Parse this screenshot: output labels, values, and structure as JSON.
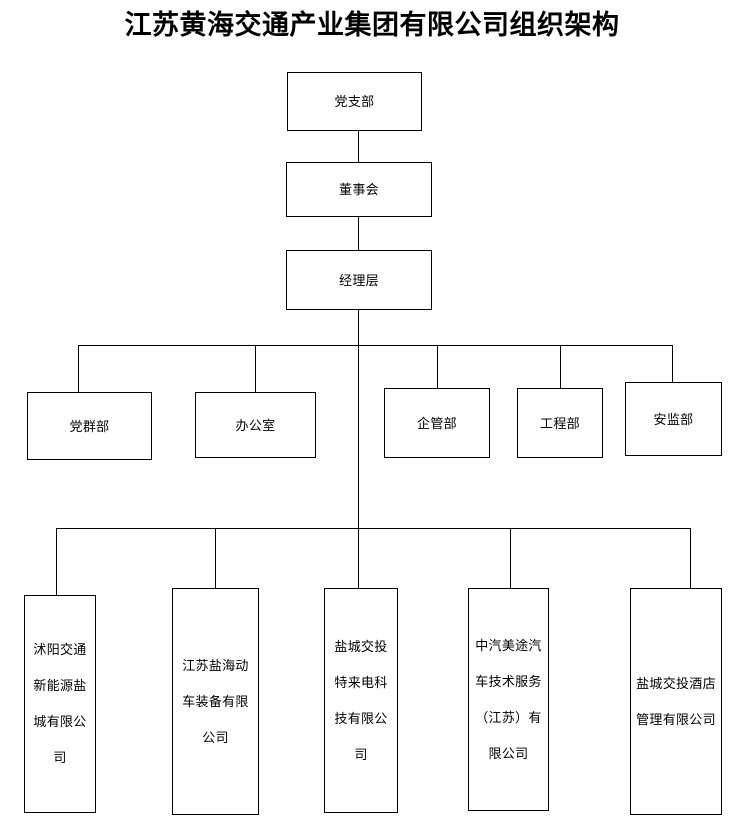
{
  "title": "江苏黄海交通产业集团有限公司组织架构",
  "chart_data": {
    "type": "diagram",
    "title": "江苏黄海交通产业集团有限公司组织架构",
    "orientation": "top-down",
    "levels": [
      {
        "name": "party",
        "nodes": [
          "党支部"
        ]
      },
      {
        "name": "board",
        "nodes": [
          "董事会"
        ]
      },
      {
        "name": "management",
        "nodes": [
          "经理层"
        ]
      },
      {
        "name": "departments",
        "nodes": [
          "党群部",
          "办公室",
          "企管部",
          "工程部",
          "安监部"
        ]
      },
      {
        "name": "subsidiaries",
        "nodes": [
          "沭阳交通新能源盐城有限公司",
          "江苏盐海动车装备有限公司",
          "盐城交投特来电科技有限公司",
          "中汽美途汽车技术服务（江苏）有限公司",
          "盐城交投酒店管理有限公司"
        ]
      }
    ],
    "edges": [
      [
        "党支部",
        "董事会"
      ],
      [
        "董事会",
        "经理层"
      ],
      [
        "经理层",
        "党群部"
      ],
      [
        "经理层",
        "办公室"
      ],
      [
        "经理层",
        "企管部"
      ],
      [
        "经理层",
        "工程部"
      ],
      [
        "经理层",
        "安监部"
      ],
      [
        "经理层",
        "沭阳交通新能源盐城有限公司"
      ],
      [
        "经理层",
        "江苏盐海动车装备有限公司"
      ],
      [
        "经理层",
        "盐城交投特来电科技有限公司"
      ],
      [
        "经理层",
        "中汽美途汽车技术服务（江苏）有限公司"
      ],
      [
        "经理层",
        "盐城交投酒店管理有限公司"
      ]
    ]
  },
  "top": {
    "party_branch": "党支部",
    "board": "董事会",
    "management": "经理层"
  },
  "departments": [
    {
      "label": "党群部"
    },
    {
      "label": "办公室"
    },
    {
      "label": "企管部"
    },
    {
      "label": "工程部"
    },
    {
      "label": "安监部"
    }
  ],
  "subsidiaries": [
    {
      "label": "沭阳交通新能源盐城有限公司"
    },
    {
      "label": "江苏盐海动车装备有限公司"
    },
    {
      "label": "盐城交投特来电科技有限公司"
    },
    {
      "label": "中汽美途汽车技术服务（江苏）有限公司"
    },
    {
      "label": "盐城交投酒店管理有限公司"
    }
  ],
  "colors": {
    "background": "#ffffff",
    "border": "#000000",
    "text": "#000000"
  }
}
